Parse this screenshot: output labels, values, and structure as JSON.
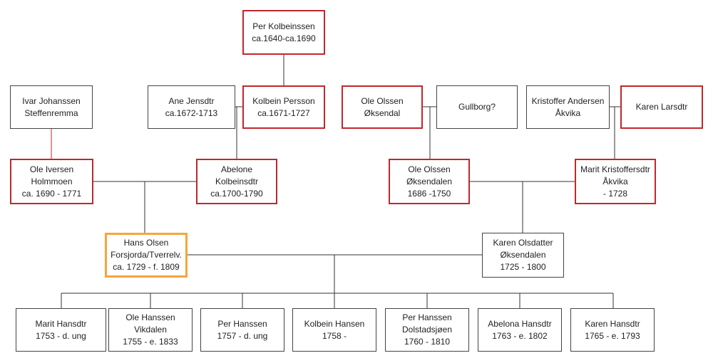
{
  "colors": {
    "ancestor_border": "#c1272d",
    "focus_border": "#f5a63a",
    "default_border": "#444444",
    "line": "#333333",
    "ancestor_link": "#c1272d"
  },
  "people": {
    "per_kolbeinssen": [
      "Per Kolbeinssen",
      "ca.1640-ca.1690"
    ],
    "ivar_johanssen": [
      "Ivar Johanssen",
      "Steffenremma"
    ],
    "ane_jensdtr": [
      "Ane Jensdtr",
      "ca.1672-1713"
    ],
    "kolbein_persson": [
      "Kolbein Persson",
      "ca.1671-1727"
    ],
    "ole_olssen_oksendal": [
      "Ole Olssen",
      "Øksendal"
    ],
    "gullborg": [
      "Gullborg?"
    ],
    "kristoffer_andersen": [
      "Kristoffer Andersen",
      "Åkvika"
    ],
    "karen_larsdtr": [
      "Karen Larsdtr"
    ],
    "ole_iversen": [
      "Ole Iversen",
      "Holmmoen",
      "ca. 1690 - 1771"
    ],
    "abelone_kolbeinsdtr": [
      "Abelone",
      "Kolbeinsdtr",
      "ca.1700-1790"
    ],
    "ole_olssen_oksendalen": [
      "Ole Olssen",
      "Øksendalen",
      "1686 -1750"
    ],
    "marit_kristoffersdtr": [
      "Marit Kristoffersdtr",
      "Åkvika",
      "- 1728"
    ],
    "hans_olsen": [
      "Hans Olsen",
      "Forsjorda/Tverrelv.",
      "ca. 1729 - f. 1809"
    ],
    "karen_olsdatter": [
      "Karen Olsdatter",
      "Øksendalen",
      "1725 - 1800"
    ],
    "marit_hansdtr": [
      "Marit Hansdtr",
      "1753 - d. ung"
    ],
    "ole_hanssen": [
      "Ole Hanssen",
      "Vikdalen",
      "1755 - e. 1833"
    ],
    "per_hanssen_1757": [
      "Per Hanssen",
      "1757 - d. ung"
    ],
    "kolbein_hansen": [
      "Kolbein Hansen",
      "1758 -"
    ],
    "per_hanssen_1760": [
      "Per Hanssen",
      "Dolstadsjøen",
      "1760 - 1810"
    ],
    "abelona_hansdtr": [
      "Abelona Hansdtr",
      "1763 - e. 1802"
    ],
    "karen_hansdtr": [
      "Karen Hansdtr",
      "1765 - e. 1793"
    ]
  }
}
